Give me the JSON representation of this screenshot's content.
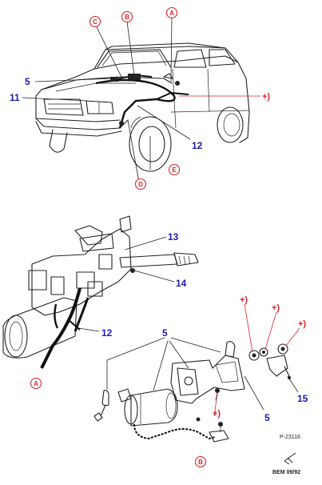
{
  "callouts": {
    "n5_top": "5",
    "n11": "11",
    "n12_top": "12",
    "n13": "13",
    "n14": "14",
    "n12_mid": "12",
    "n5_mid": "5",
    "n5_bot": "5",
    "n15": "15",
    "plus_truck": "+)",
    "plus_1": "+)",
    "plus_2": "+)",
    "plus_3": "+)",
    "plus_4": "+)"
  },
  "circled": {
    "A_top": "A",
    "B_top": "B",
    "C_top": "C",
    "D": "D",
    "E": "E",
    "A_bottom": "A",
    "B_bottom": "B"
  },
  "footer": {
    "part_ref": "P-23116",
    "doc_ref": "BEM 09/92"
  },
  "colors": {
    "ink": "#222222",
    "callout_blue": "#1a1aa8",
    "marker_red": "#d8232a"
  }
}
